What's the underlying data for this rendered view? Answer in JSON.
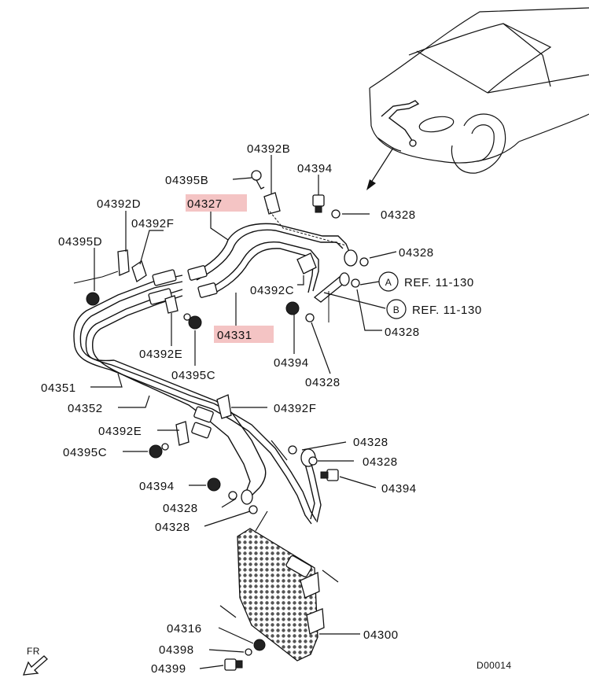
{
  "accent_color": "#f4c4c4",
  "labels": {
    "p04392B_top": "04392B",
    "p04395B": "04395B",
    "p04394_top": "04394",
    "p04327": "04327",
    "p04392D": "04392D",
    "p04392F_top": "04392F",
    "p04395D": "04395D",
    "p04328_a": "04328",
    "p04328_b": "04328",
    "p04392C": "04392C",
    "refA": "REF. 11-130",
    "refB": "REF. 11-130",
    "p04328_c": "04328",
    "p04331": "04331",
    "p04392E_top": "04392E",
    "p04394_mid": "04394",
    "p04395C_top": "04395C",
    "p04328_d": "04328",
    "p04351": "04351",
    "p04352": "04352",
    "p04392F_mid": "04392F",
    "p04392E_mid": "04392E",
    "p04395C_mid": "04395C",
    "p04328_e": "04328",
    "p04328_f": "04328",
    "p04394_low": "04394",
    "p04394_right": "04394",
    "p04328_g": "04328",
    "p04328_h": "04328",
    "p04316": "04316",
    "p04300": "04300",
    "p04398": "04398",
    "p04399": "04399",
    "fr": "FR",
    "diagram_code": "D00014",
    "circle_a": "A",
    "circle_b": "B"
  }
}
